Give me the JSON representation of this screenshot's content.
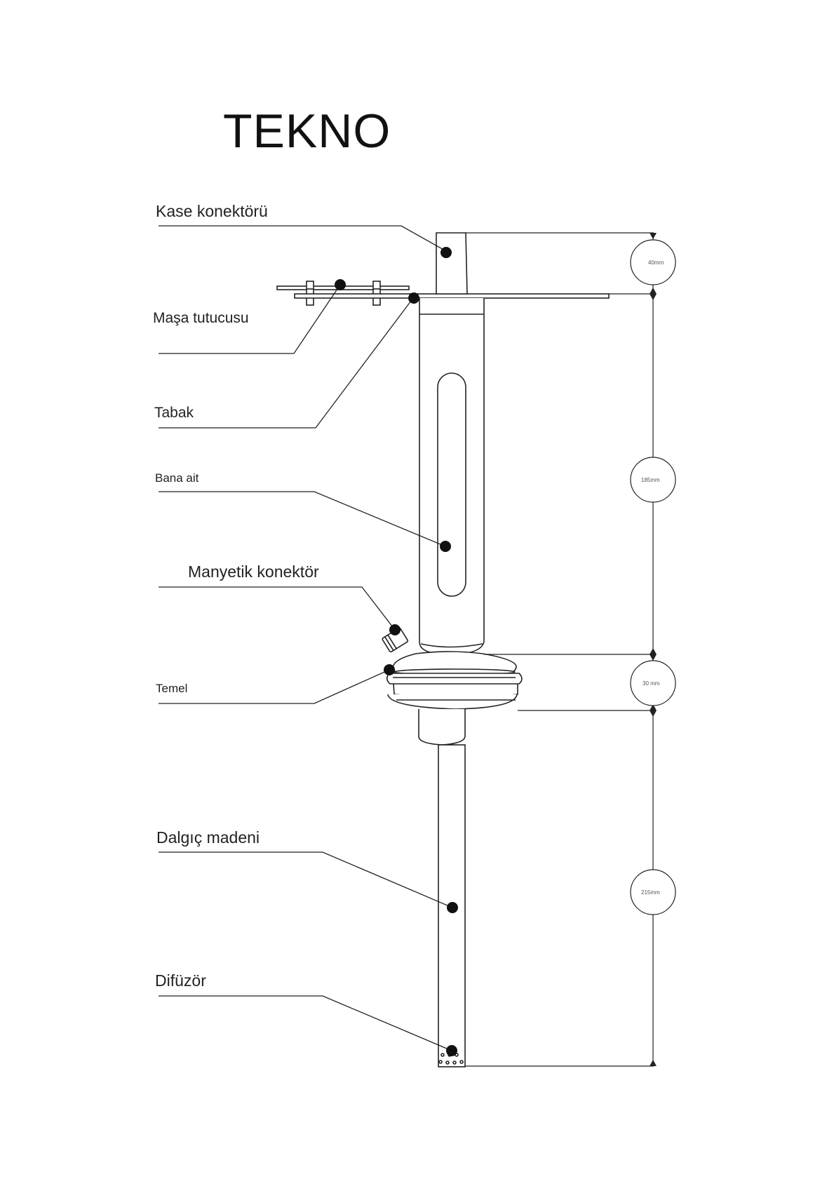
{
  "title": "TEKNO",
  "labels": {
    "kase": "Kase konektörü",
    "masa": "Maşa tutucusu",
    "tabak": "Tabak",
    "bana": "Bana ait",
    "manyetik": "Manyetik konektör",
    "temel": "Temel",
    "dalgic": "Dalgıç madeni",
    "difuzor": "Difüzör"
  },
  "dimensions": [
    "40mm",
    "185mm",
    "30 mm",
    "215mm"
  ]
}
